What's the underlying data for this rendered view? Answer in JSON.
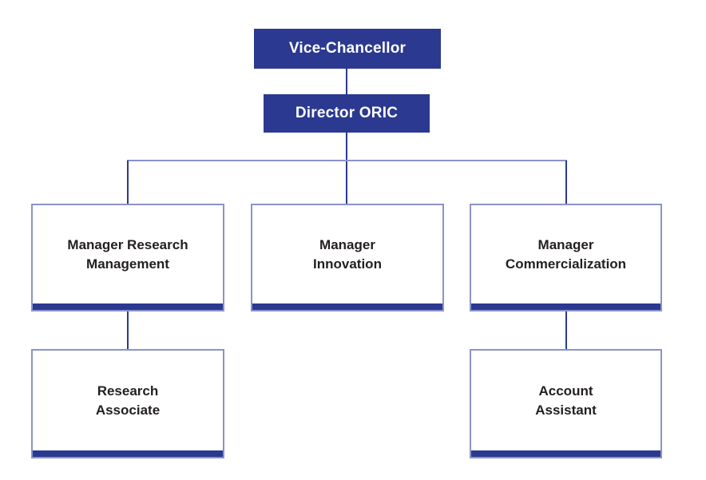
{
  "diagram": {
    "title": "ORIC organizational chart",
    "colors": {
      "primary_navy": "#2b3990",
      "card_border": "#8b93c9",
      "rail_line": "#8b93c9",
      "vertical_line": "#2b3990",
      "card_background": "#ffffff",
      "text_dark": "#231f20",
      "text_light": "#ffffff",
      "page_background": "#ffffff"
    },
    "nodes": [
      {
        "id": "vice-chancellor",
        "label": "Vice-Chancellor",
        "variant": "primary"
      },
      {
        "id": "director-oric",
        "label": "Director ORIC",
        "variant": "primary"
      },
      {
        "id": "manager-research-mgmt",
        "label": "Manager Research\nManagement",
        "variant": "card"
      },
      {
        "id": "manager-innovation",
        "label": "Manager\nInnovation",
        "variant": "card"
      },
      {
        "id": "manager-commercialization",
        "label": "Manager\nCommercialization",
        "variant": "card"
      },
      {
        "id": "research-associate",
        "label": "Research\nAssociate",
        "variant": "card"
      },
      {
        "id": "account-assistant",
        "label": "Account\nAssistant",
        "variant": "card"
      }
    ],
    "edges": [
      {
        "from": "vice-chancellor",
        "to": "director-oric"
      },
      {
        "from": "director-oric",
        "to": "manager-research-mgmt"
      },
      {
        "from": "director-oric",
        "to": "manager-innovation"
      },
      {
        "from": "director-oric",
        "to": "manager-commercialization"
      },
      {
        "from": "manager-research-mgmt",
        "to": "research-associate"
      },
      {
        "from": "manager-commercialization",
        "to": "account-assistant"
      }
    ]
  }
}
